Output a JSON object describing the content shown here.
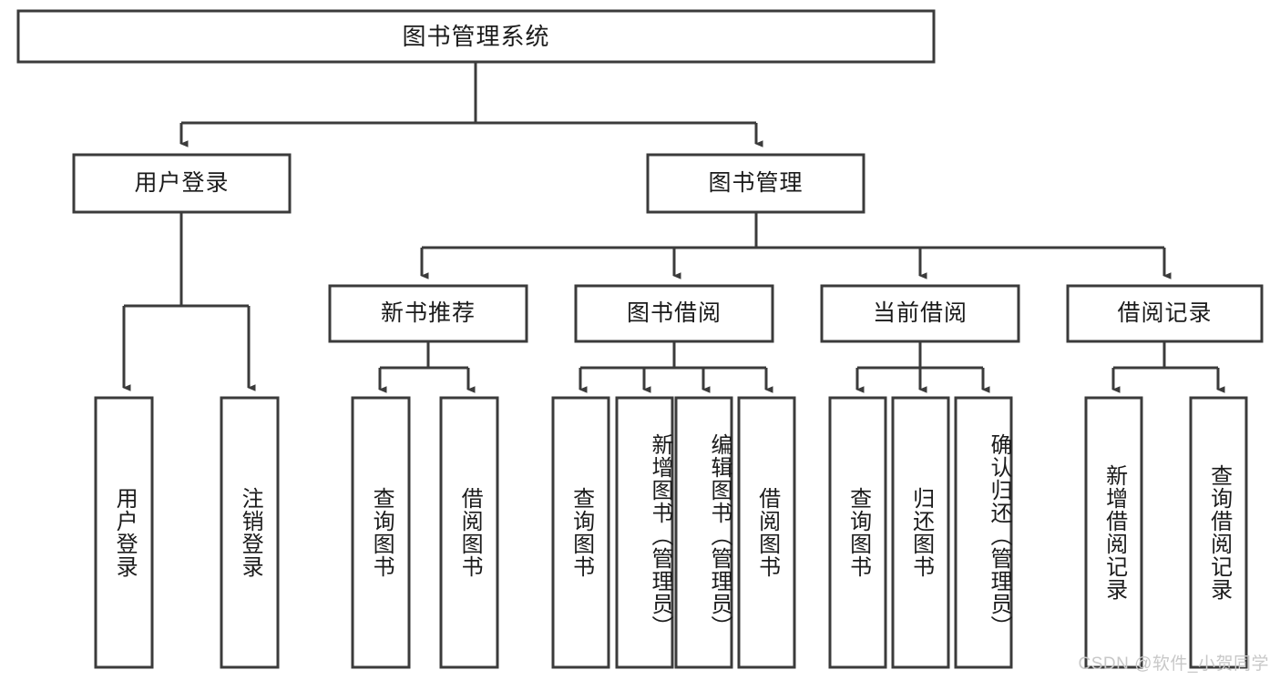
{
  "diagram": {
    "type": "tree-hierarchy-chart",
    "title": "图书管理系统",
    "root": {
      "id": "root",
      "label": "图书管理系统"
    },
    "level2": [
      {
        "id": "user-login",
        "label": "用户登录"
      },
      {
        "id": "book-manage",
        "label": "图书管理"
      }
    ],
    "level3": [
      {
        "id": "new-book-recommend",
        "label": "新书推荐",
        "parent": "book-manage"
      },
      {
        "id": "book-borrow",
        "label": "图书借阅",
        "parent": "book-manage"
      },
      {
        "id": "current-borrow",
        "label": "当前借阅",
        "parent": "book-manage"
      },
      {
        "id": "borrow-record",
        "label": "借阅记录",
        "parent": "book-manage"
      }
    ],
    "leaves": [
      {
        "id": "leaf-user-login",
        "label": "用户登录",
        "parent": "user-login"
      },
      {
        "id": "leaf-logout-login",
        "label": "注销登录",
        "parent": "user-login"
      },
      {
        "id": "leaf-query-book-1",
        "label": "查询图书",
        "parent": "new-book-recommend"
      },
      {
        "id": "leaf-borrow-book-1",
        "label": "借阅图书",
        "parent": "new-book-recommend"
      },
      {
        "id": "leaf-query-book-2",
        "label": "查询图书",
        "parent": "book-borrow"
      },
      {
        "id": "leaf-add-book",
        "label": "新增图书（管理员）",
        "parent": "book-borrow"
      },
      {
        "id": "leaf-edit-book",
        "label": "编辑图书（管理员）",
        "parent": "book-borrow"
      },
      {
        "id": "leaf-borrow-book-2",
        "label": "借阅图书",
        "parent": "book-borrow"
      },
      {
        "id": "leaf-query-book-3",
        "label": "查询图书",
        "parent": "current-borrow"
      },
      {
        "id": "leaf-return-book",
        "label": "归还图书",
        "parent": "current-borrow"
      },
      {
        "id": "leaf-confirm-return",
        "label": "确认归还（管理员）",
        "parent": "current-borrow"
      },
      {
        "id": "leaf-add-record",
        "label": "新增借阅记录",
        "parent": "borrow-record"
      },
      {
        "id": "leaf-query-record",
        "label": "查询借阅记录",
        "parent": "borrow-record"
      }
    ],
    "colors": {
      "stroke": "#3b3b3b",
      "box_fill": "#ffffff",
      "text": "#1b1b1b",
      "background": "#ffffff",
      "watermark": "#c8c8c8"
    }
  },
  "watermark": {
    "text": "CSDN @软件_小贺同学"
  }
}
